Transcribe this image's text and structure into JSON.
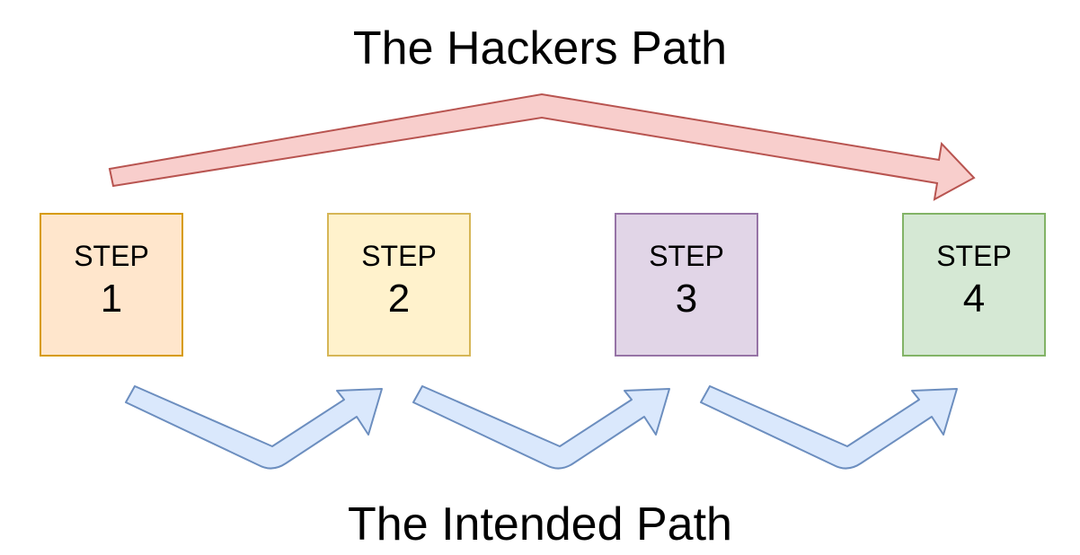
{
  "titles": {
    "top": "The Hackers Path",
    "bottom": "The Intended Path"
  },
  "steps": [
    {
      "label": "STEP",
      "number": "1",
      "fill": "#FFE6CC",
      "stroke": "#D79B00"
    },
    {
      "label": "STEP",
      "number": "2",
      "fill": "#FFF2CC",
      "stroke": "#D6B656"
    },
    {
      "label": "STEP",
      "number": "3",
      "fill": "#E1D5E7",
      "stroke": "#9673A6"
    },
    {
      "label": "STEP",
      "number": "4",
      "fill": "#D5E8D4",
      "stroke": "#82B366"
    }
  ],
  "colors": {
    "hackers_arrow_fill": "#F8CECC",
    "hackers_arrow_stroke": "#B85450",
    "intended_arrow_fill": "#DAE8FC",
    "intended_arrow_stroke": "#6C8EBF",
    "text": "#000000"
  }
}
